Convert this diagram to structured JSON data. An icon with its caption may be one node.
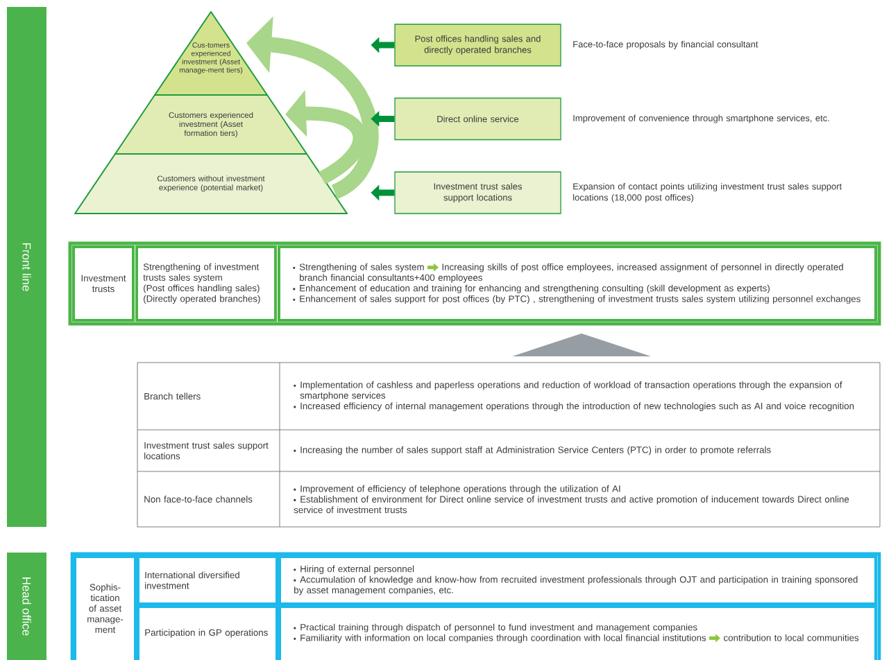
{
  "diagram": {
    "nodes": [
      {
        "text": [
          "Front line"
        ]
      },
      {
        "text": [
          "Cus-tomers experienced investment (Asset manage-ment tiers)"
        ]
      },
      {
        "text": [
          "Customers experienced investment (Asset formation tiers)"
        ]
      },
      {
        "text": [
          "Customers without investment experience (potential market)"
        ]
      },
      {
        "text": [
          "Post offices handling sales and directly operated branches"
        ],
        "beside": [
          "Face-to-face proposals by financial consultant"
        ]
      },
      {
        "text": [
          "Direct online service"
        ],
        "beside": [
          "Improvement of convenience through smartphone services, etc."
        ]
      },
      {
        "text": [
          "Investment trust sales support locations"
        ],
        "beside": [
          "Expansion of contact points utilizing investment trust sales support locations (18,000 post offices)"
        ]
      },
      {
        "text": [
          "Head office"
        ]
      }
    ],
    "edges": [
      {
        "from": 3,
        "to": 1,
        "arrow": "to",
        "style": "thick",
        "color": "#a8d68a"
      },
      {
        "from": 3,
        "to": 2,
        "arrow": "to",
        "style": "thick",
        "color": "#a8d68a"
      },
      {
        "from": 4,
        "to": null,
        "arrow": "to"
      },
      {
        "from": 5,
        "to": null,
        "arrow": "to"
      },
      {
        "from": 6,
        "to": null,
        "arrow": "to"
      }
    ],
    "labels": [
      "Investment trusts",
      "Strengthening of investment trusts sales system",
      "(Post offices handling sales)",
      "(Directly operated branches)",
      "Strengthening of sales system",
      "Increasing skills of post office employees, increased assignment of personnel in directly operated branch financial consultants+400 employees",
      "Enhancement of education and training for enhancing and strengthening consulting (skill development as experts)",
      "Enhancement of sales support for post offices (by PTC) , strengthening of investment trusts sales system utilizing personnel exchanges",
      "Branch tellers",
      "Implementation of cashless and paperless operations and reduction of workload of transaction operations through the expansion of smartphone services",
      "Increased efficiency of internal management operations through the introduction of new technologies such as AI and voice recognition",
      "Investment trust sales support locations",
      "Increasing the number of sales support staff at Administration Service Centers (PTC) in order to promote referrals",
      "Non face-to-face channels",
      "Improvement of efficiency of telephone operations through the utilization of AI",
      "Establishment of environment for Direct online service of investment trusts and active promotion of inducement towards Direct online service of investment trusts",
      "Sophis-tication of asset manage-ment",
      "International diversified investment",
      "Hiring of external personnel",
      "Accumulation of knowledge and know-how from recruited investment professionals through OJT and participation in training sponsored by asset management companies, etc.",
      "Participation in GP operations",
      "Practical training through dispatch of personnel to fund investment and management companies",
      "Familiarity with information on local companies through coordination with local financial institutions",
      "contribution to local communities"
    ]
  }
}
